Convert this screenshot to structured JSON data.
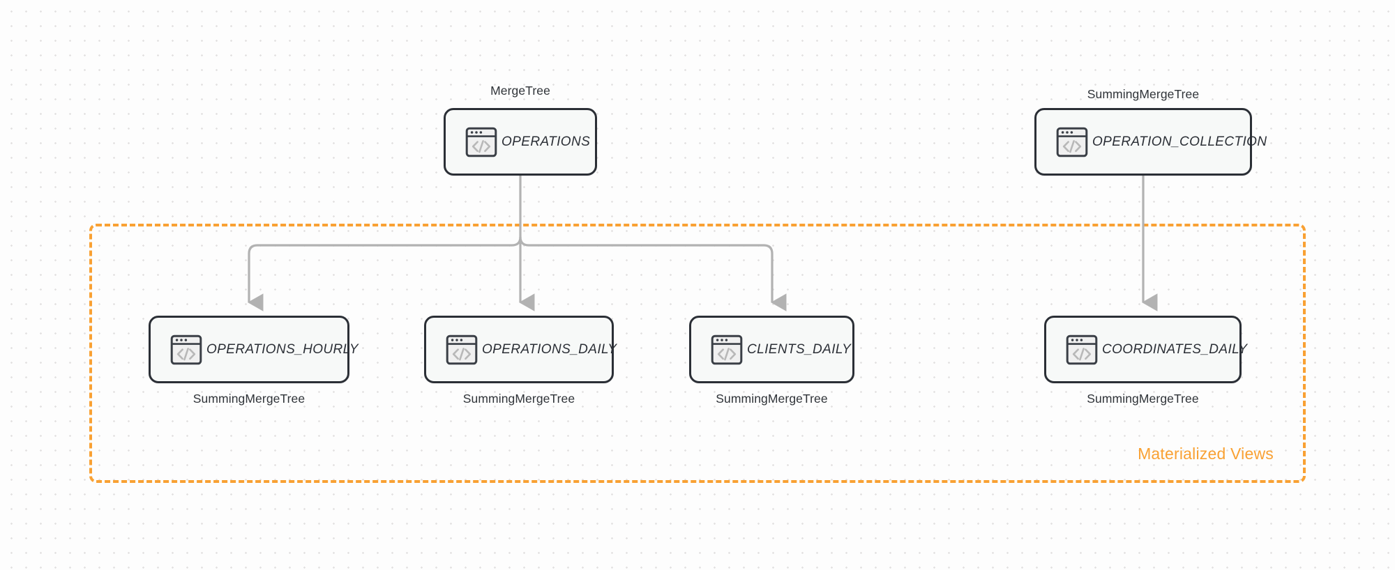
{
  "diagram": {
    "title": "ClickHouse table and materialized view topology",
    "colors": {
      "accent_orange": "#f9a133",
      "node_border": "#2b2f36",
      "node_fill": "#f7f9f8",
      "connector_gray": "#b2b2b2",
      "background": "#fdfdfd",
      "grid_dot": "#e3e1e1"
    },
    "group": {
      "label": "Materialized Views",
      "style": "dashed"
    },
    "source_nodes": [
      {
        "id": "operations",
        "label": "OPERATIONS",
        "engine": "MergeTree",
        "engine_position": "above",
        "icon": "code-window-icon"
      },
      {
        "id": "operation_collection",
        "label": "OPERATION_COLLECTION",
        "engine": "SummingMergeTree",
        "engine_position": "above",
        "icon": "code-window-icon"
      }
    ],
    "view_nodes": [
      {
        "id": "operations_hourly",
        "label": "OPERATIONS_HOURLY",
        "engine": "SummingMergeTree",
        "engine_position": "below",
        "icon": "code-window-icon"
      },
      {
        "id": "operations_daily",
        "label": "OPERATIONS_DAILY",
        "engine": "SummingMergeTree",
        "engine_position": "below",
        "icon": "code-window-icon"
      },
      {
        "id": "clients_daily",
        "label": "CLIENTS_DAILY",
        "engine": "SummingMergeTree",
        "engine_position": "below",
        "icon": "code-window-icon"
      },
      {
        "id": "coordinates_daily",
        "label": "COORDINATES_DAILY",
        "engine": "SummingMergeTree",
        "engine_position": "below",
        "icon": "code-window-icon"
      }
    ],
    "edges": [
      {
        "from": "operations",
        "to": "operations_hourly",
        "style": "arrow"
      },
      {
        "from": "operations",
        "to": "operations_daily",
        "style": "arrow"
      },
      {
        "from": "operations",
        "to": "clients_daily",
        "style": "arrow"
      },
      {
        "from": "operation_collection",
        "to": "coordinates_daily",
        "style": "arrow"
      }
    ]
  }
}
